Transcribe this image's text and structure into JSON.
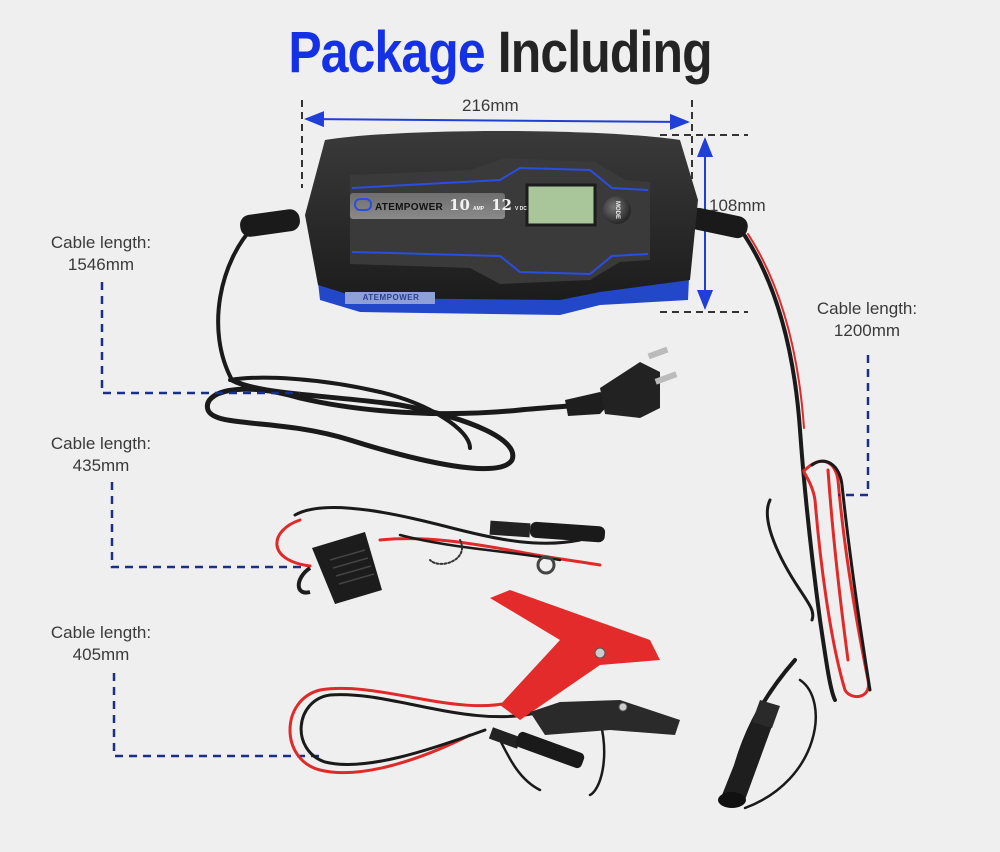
{
  "title": {
    "word1": "Package",
    "word2": "Including",
    "word1_color": "#1531e6",
    "word2_color": "#242424"
  },
  "dimensions": {
    "width": "216mm",
    "height": "108mm"
  },
  "charger": {
    "brand": "ATEMPOWER",
    "amp_value": "10",
    "amp_unit": "AMP",
    "volt_value": "12",
    "volt_unit": "V DC",
    "button_label": "MODE",
    "side_brand": "ATEMPOWER"
  },
  "cable_labels": [
    {
      "caption": "Cable length:",
      "value": "1546mm"
    },
    {
      "caption": "Cable length:",
      "value": "1200mm"
    },
    {
      "caption": "Cable length:",
      "value": "435mm"
    },
    {
      "caption": "Cable length:",
      "value": "405mm"
    }
  ],
  "colors": {
    "background": "#efefef",
    "accent_blue": "#1531e6",
    "leader_navy": "#1a2e8a",
    "charger_body": "#2a2a2a",
    "charger_blue": "#2347c9",
    "lcd": "#a9c59a",
    "cable_red": "#e02a2a",
    "cable_black": "#1a1a1a"
  }
}
